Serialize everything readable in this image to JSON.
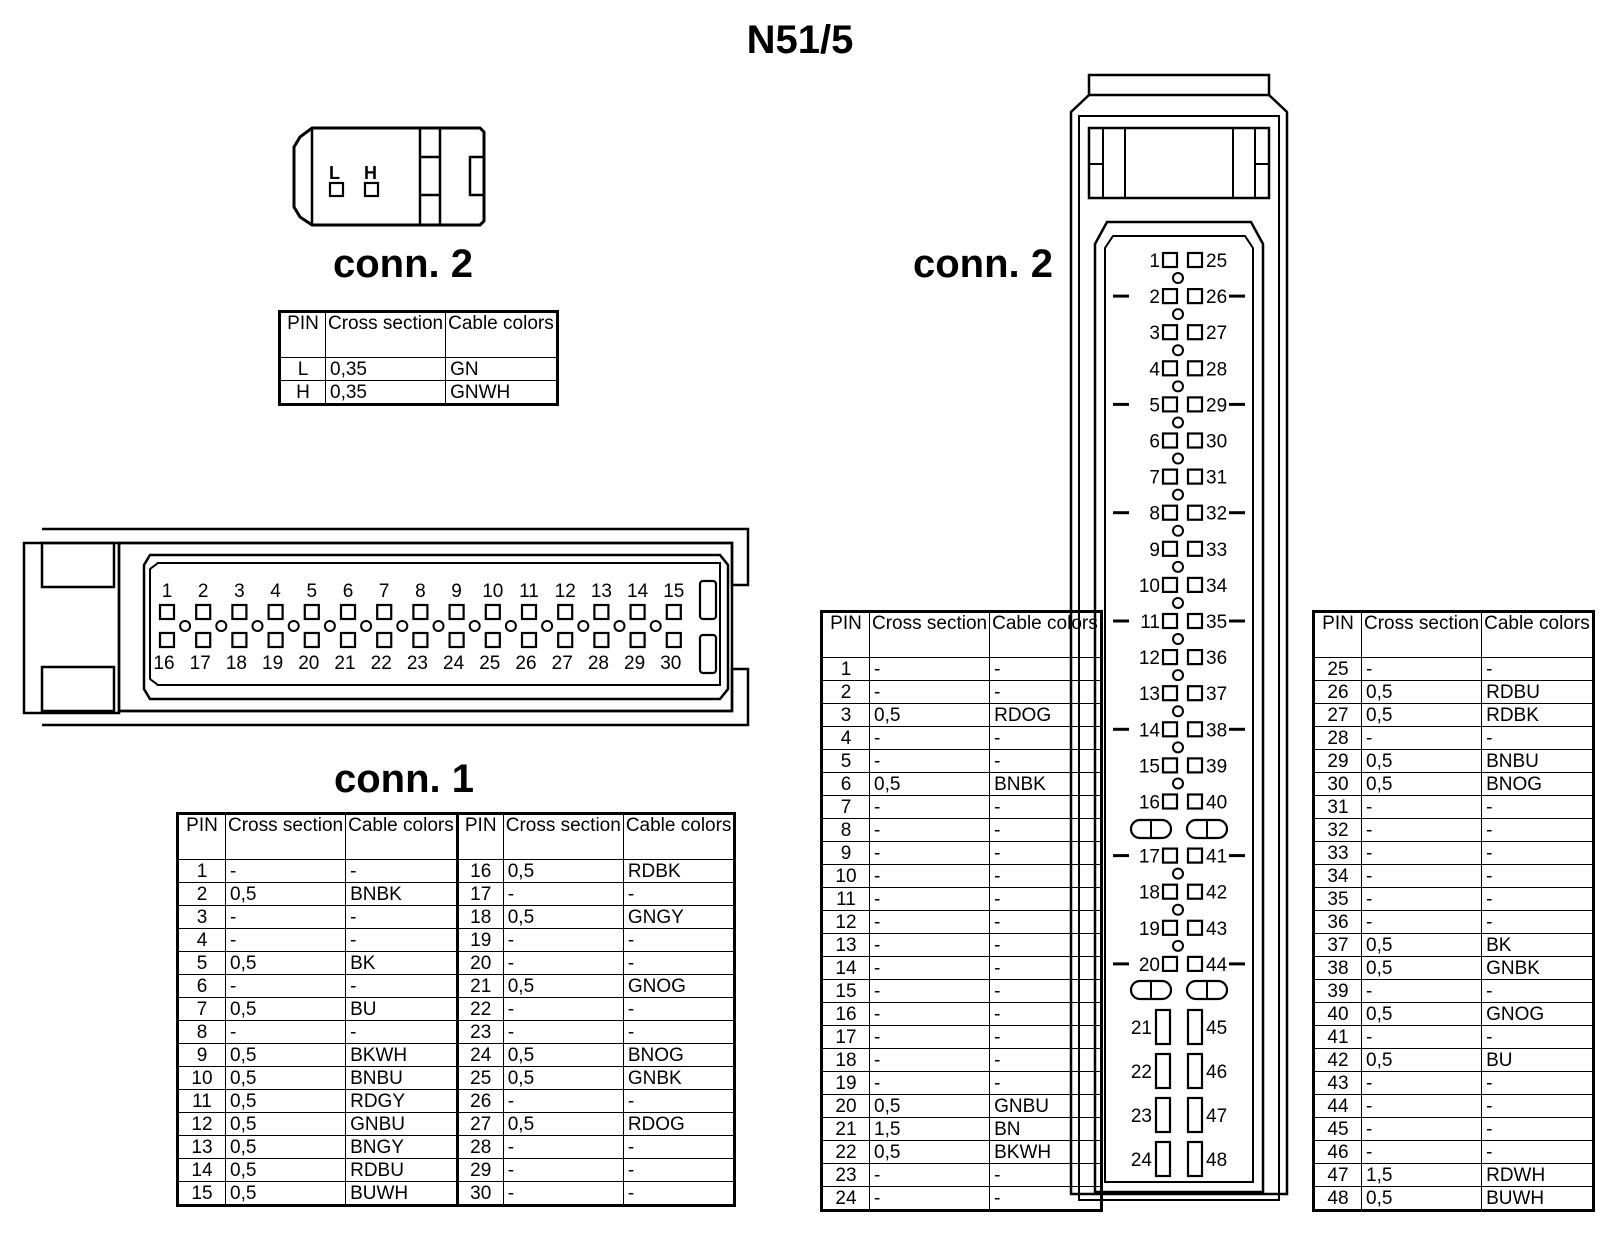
{
  "title": "N51/5",
  "conn2_small": {
    "label": "conn. 2",
    "pin_labels": [
      "L",
      "H"
    ],
    "headers": [
      "PIN",
      "Cross section",
      "Cable colors"
    ],
    "rows": [
      [
        "L",
        "0,35",
        "GN"
      ],
      [
        "H",
        "0,35",
        "GNWH"
      ]
    ]
  },
  "conn1": {
    "label": "conn. 1",
    "top_pins": [
      "1",
      "2",
      "3",
      "4",
      "5",
      "6",
      "7",
      "8",
      "9",
      "10",
      "11",
      "12",
      "13",
      "14",
      "15"
    ],
    "bottom_pins": [
      "16",
      "17",
      "18",
      "19",
      "20",
      "21",
      "22",
      "23",
      "24",
      "25",
      "26",
      "27",
      "28",
      "29",
      "30"
    ],
    "headers": [
      "PIN",
      "Cross section",
      "Cable colors",
      "PIN",
      "Cross section",
      "Cable colors"
    ],
    "rows": [
      [
        "1",
        "-",
        "-",
        "16",
        "0,5",
        "RDBK"
      ],
      [
        "2",
        "0,5",
        "BNBK",
        "17",
        "-",
        "-"
      ],
      [
        "3",
        "-",
        "-",
        "18",
        "0,5",
        "GNGY"
      ],
      [
        "4",
        "-",
        "-",
        "19",
        "-",
        "-"
      ],
      [
        "5",
        "0,5",
        "BK",
        "20",
        "-",
        "-"
      ],
      [
        "6",
        "-",
        "-",
        "21",
        "0,5",
        "GNOG"
      ],
      [
        "7",
        "0,5",
        "BU",
        "22",
        "-",
        "-"
      ],
      [
        "8",
        "-",
        "-",
        "23",
        "-",
        "-"
      ],
      [
        "9",
        "0,5",
        "BKWH",
        "24",
        "0,5",
        "BNOG"
      ],
      [
        "10",
        "0,5",
        "BNBU",
        "25",
        "0,5",
        "GNBK"
      ],
      [
        "11",
        "0,5",
        "RDGY",
        "26",
        "-",
        "-"
      ],
      [
        "12",
        "0,5",
        "GNBU",
        "27",
        "0,5",
        "RDOG"
      ],
      [
        "13",
        "0,5",
        "BNGY",
        "28",
        "-",
        "-"
      ],
      [
        "14",
        "0,5",
        "RDBU",
        "29",
        "-",
        "-"
      ],
      [
        "15",
        "0,5",
        "BUWH",
        "30",
        "-",
        "-"
      ]
    ]
  },
  "conn2_large": {
    "label": "conn. 2",
    "left_pins": [
      "1",
      "2",
      "3",
      "4",
      "5",
      "6",
      "7",
      "8",
      "9",
      "10",
      "11",
      "12",
      "13",
      "14",
      "15",
      "16",
      "17",
      "18",
      "19",
      "20",
      "21",
      "22",
      "23",
      "24"
    ],
    "right_pins": [
      "25",
      "26",
      "27",
      "28",
      "29",
      "30",
      "31",
      "32",
      "33",
      "34",
      "35",
      "36",
      "37",
      "38",
      "39",
      "40",
      "41",
      "42",
      "43",
      "44",
      "45",
      "46",
      "47",
      "48"
    ],
    "headers": [
      "PIN",
      "Cross section",
      "Cable colors"
    ],
    "rows_left": [
      [
        "1",
        "-",
        "-"
      ],
      [
        "2",
        "-",
        "-"
      ],
      [
        "3",
        "0,5",
        "RDOG"
      ],
      [
        "4",
        "-",
        "-"
      ],
      [
        "5",
        "-",
        "-"
      ],
      [
        "6",
        "0,5",
        "BNBK"
      ],
      [
        "7",
        "-",
        "-"
      ],
      [
        "8",
        "-",
        "-"
      ],
      [
        "9",
        "-",
        "-"
      ],
      [
        "10",
        "-",
        "-"
      ],
      [
        "11",
        "-",
        "-"
      ],
      [
        "12",
        "-",
        "-"
      ],
      [
        "13",
        "-",
        "-"
      ],
      [
        "14",
        "-",
        "-"
      ],
      [
        "15",
        "-",
        "-"
      ],
      [
        "16",
        "-",
        "-"
      ],
      [
        "17",
        "-",
        "-"
      ],
      [
        "18",
        "-",
        "-"
      ],
      [
        "19",
        "-",
        "-"
      ],
      [
        "20",
        "0,5",
        "GNBU"
      ],
      [
        "21",
        "1,5",
        "BN"
      ],
      [
        "22",
        "0,5",
        "BKWH"
      ],
      [
        "23",
        "-",
        "-"
      ],
      [
        "24",
        "-",
        "-"
      ]
    ],
    "rows_right": [
      [
        "25",
        "-",
        "-"
      ],
      [
        "26",
        "0,5",
        "RDBU"
      ],
      [
        "27",
        "0,5",
        "RDBK"
      ],
      [
        "28",
        "-",
        "-"
      ],
      [
        "29",
        "0,5",
        "BNBU"
      ],
      [
        "30",
        "0,5",
        "BNOG"
      ],
      [
        "31",
        "-",
        "-"
      ],
      [
        "32",
        "-",
        "-"
      ],
      [
        "33",
        "-",
        "-"
      ],
      [
        "34",
        "-",
        "-"
      ],
      [
        "35",
        "-",
        "-"
      ],
      [
        "36",
        "-",
        "-"
      ],
      [
        "37",
        "0,5",
        "BK"
      ],
      [
        "38",
        "0,5",
        "GNBK"
      ],
      [
        "39",
        "-",
        "-"
      ],
      [
        "40",
        "0,5",
        "GNOG"
      ],
      [
        "41",
        "-",
        "-"
      ],
      [
        "42",
        "0,5",
        "BU"
      ],
      [
        "43",
        "-",
        "-"
      ],
      [
        "44",
        "-",
        "-"
      ],
      [
        "45",
        "-",
        "-"
      ],
      [
        "46",
        "-",
        "-"
      ],
      [
        "47",
        "1,5",
        "RDWH"
      ],
      [
        "48",
        "0,5",
        "BUWH"
      ]
    ]
  }
}
